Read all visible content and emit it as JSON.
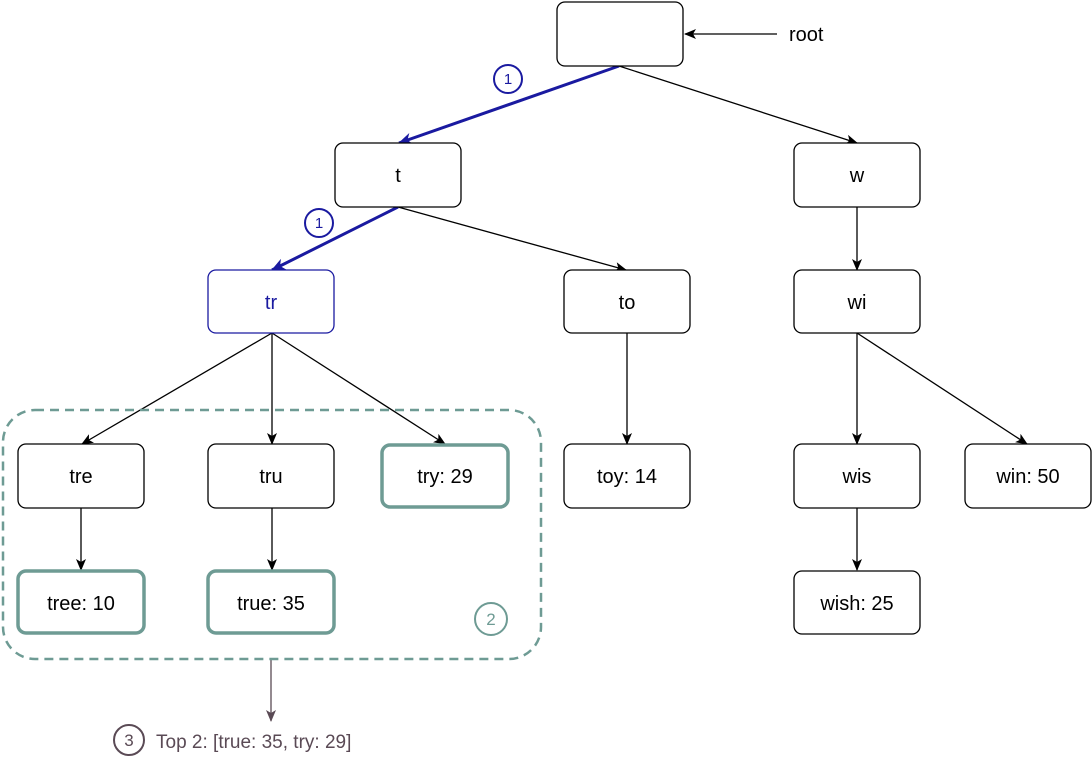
{
  "diagram": {
    "root_pointer_label": "root",
    "colors": {
      "node_border": "#000000",
      "search_path": "#1a1aa0",
      "result": "#6e9b94",
      "output": "#5a4a55"
    },
    "nodes": [
      {
        "id": "root",
        "label": ""
      },
      {
        "id": "t",
        "label": "t"
      },
      {
        "id": "w",
        "label": "w"
      },
      {
        "id": "tr",
        "label": "tr"
      },
      {
        "id": "to",
        "label": "to"
      },
      {
        "id": "wi",
        "label": "wi"
      },
      {
        "id": "tre",
        "label": "tre"
      },
      {
        "id": "tru",
        "label": "tru"
      },
      {
        "id": "try",
        "label": "try: 29"
      },
      {
        "id": "toy",
        "label": "toy: 14"
      },
      {
        "id": "wis",
        "label": "wis"
      },
      {
        "id": "win",
        "label": "win: 50"
      },
      {
        "id": "tree",
        "label": "tree: 10"
      },
      {
        "id": "true",
        "label": "true: 35"
      },
      {
        "id": "wish",
        "label": "wish: 25"
      }
    ],
    "steps": {
      "step1": "1",
      "step2": "2",
      "step3": "3"
    },
    "result_text": "Top 2: [true: 35, try: 29]"
  }
}
